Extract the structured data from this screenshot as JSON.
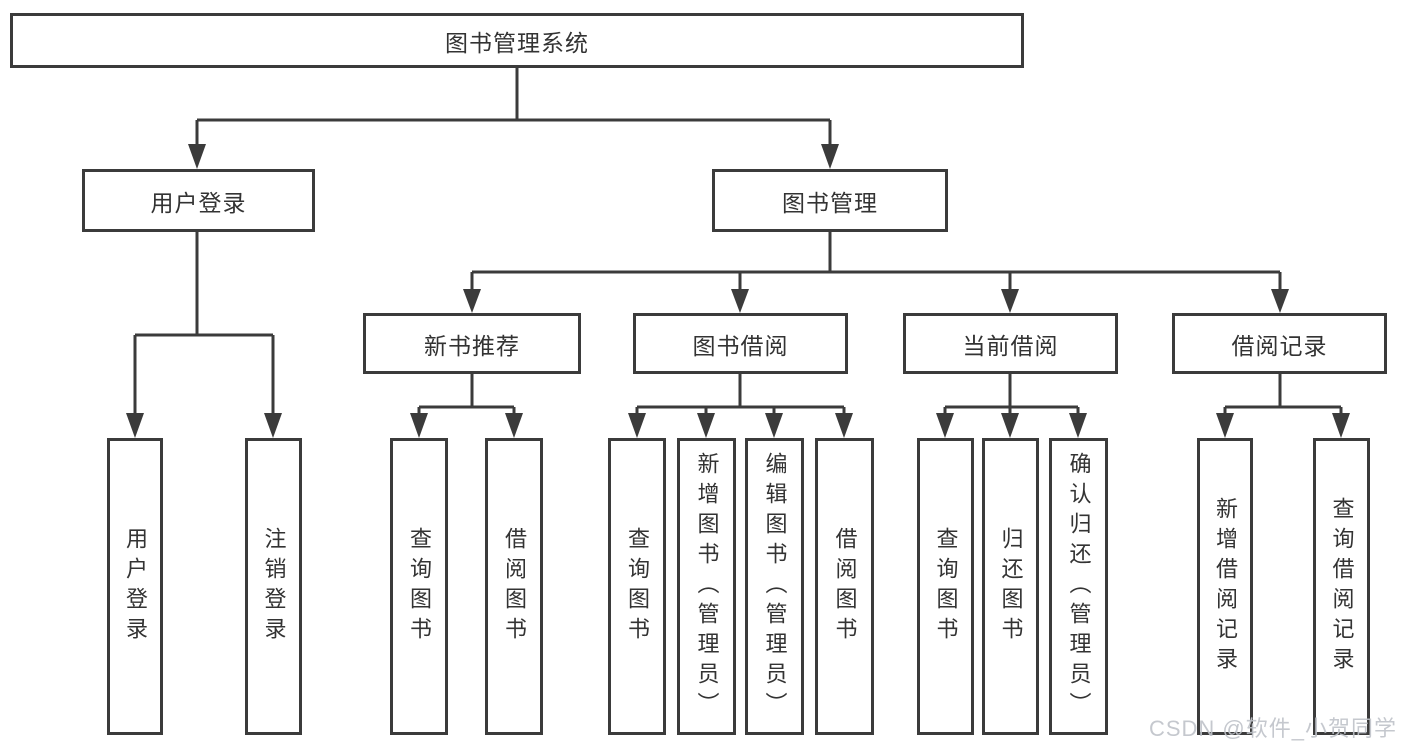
{
  "diagram": {
    "root": {
      "label": "图书管理系统",
      "children": [
        {
          "label": "用户登录",
          "children": [
            {
              "label": "用户登录"
            },
            {
              "label": "注销登录"
            }
          ]
        },
        {
          "label": "图书管理",
          "children": [
            {
              "label": "新书推荐",
              "children": [
                {
                  "label": "查询图书"
                },
                {
                  "label": "借阅图书"
                }
              ]
            },
            {
              "label": "图书借阅",
              "children": [
                {
                  "label": "查询图书"
                },
                {
                  "label": "新增图书（管理员）"
                },
                {
                  "label": "编辑图书（管理员）"
                },
                {
                  "label": "借阅图书"
                }
              ]
            },
            {
              "label": "当前借阅",
              "children": [
                {
                  "label": "查询图书"
                },
                {
                  "label": "归还图书"
                },
                {
                  "label": "确认归还（管理员）"
                }
              ]
            },
            {
              "label": "借阅记录",
              "children": [
                {
                  "label": "新增借阅记录"
                },
                {
                  "label": "查询借阅记录"
                }
              ]
            }
          ]
        }
      ]
    },
    "colors": {
      "line": "#3b3b3b",
      "text": "#333333"
    }
  },
  "watermark": {
    "text": "CSDN @软件_小贺同学",
    "color": "#bfc3c9"
  }
}
